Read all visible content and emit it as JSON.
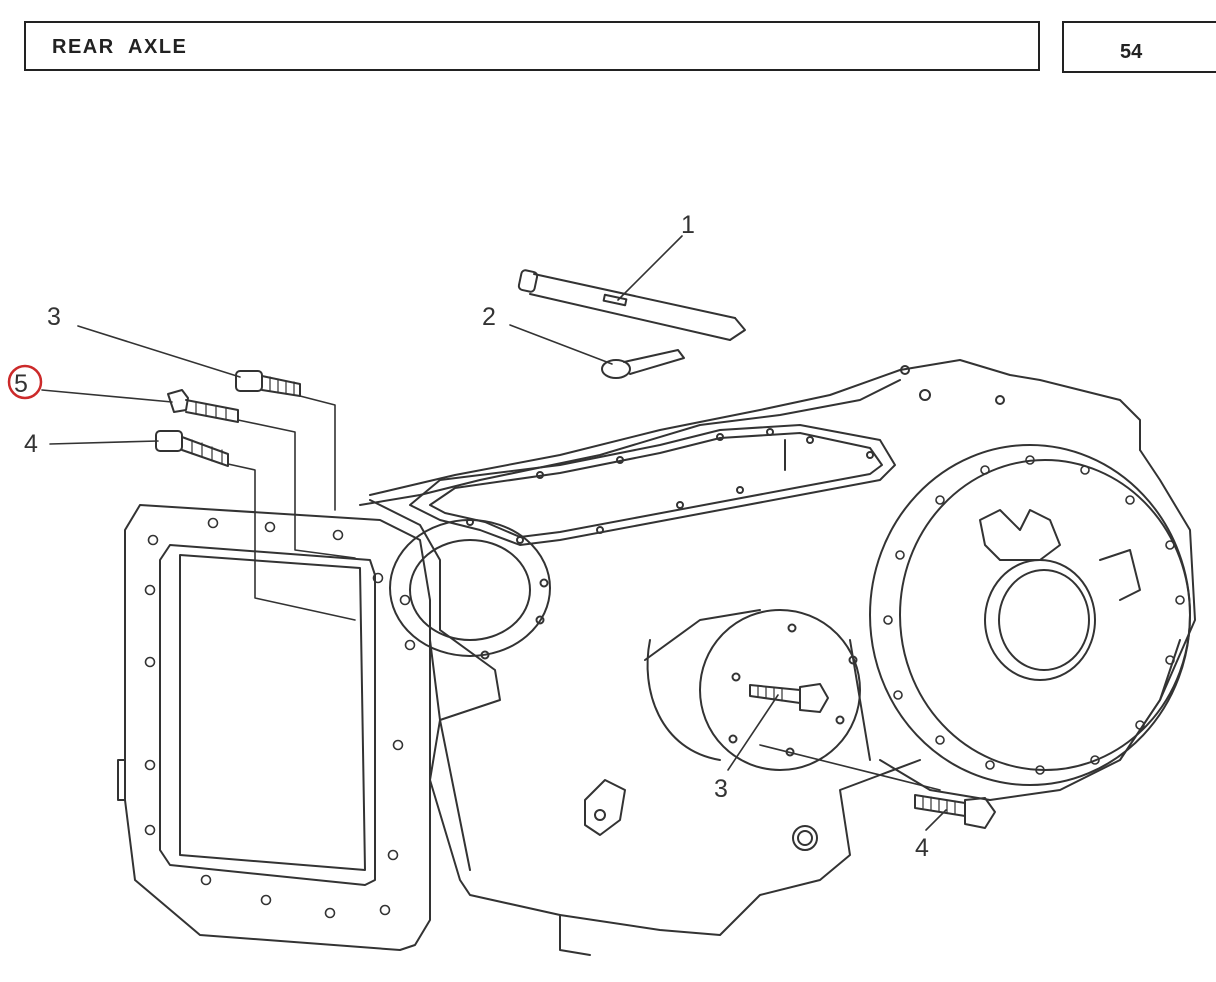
{
  "header": {
    "title": "REAR  AXLE",
    "page_number": "54"
  },
  "callouts": {
    "c1": "1",
    "c2": "2",
    "c3_top": "3",
    "c5": "5",
    "c4_left": "4",
    "c3_bottom": "3",
    "c4_bottom": "4"
  },
  "colors": {
    "line": "#333333",
    "highlight": "#cc2a2a"
  }
}
